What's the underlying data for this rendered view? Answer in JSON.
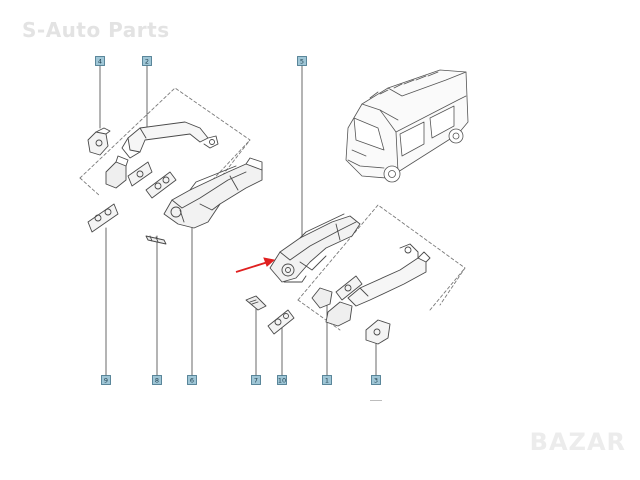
{
  "watermark": "S-Auto Parts",
  "brand": "BAZAR",
  "callouts": [
    {
      "id": "c4",
      "label": "4"
    },
    {
      "id": "c2",
      "label": "2"
    },
    {
      "id": "c5",
      "label": "5"
    },
    {
      "id": "c9",
      "label": "9"
    },
    {
      "id": "c8",
      "label": "8"
    },
    {
      "id": "c6",
      "label": "6"
    },
    {
      "id": "c7",
      "label": "7"
    },
    {
      "id": "c10",
      "label": "10"
    },
    {
      "id": "c1",
      "label": "1"
    },
    {
      "id": "c3",
      "label": "3"
    }
  ],
  "colors": {
    "line": "#4a4a4a",
    "callout_bg": "#9fc6d6",
    "callout_border": "#3d6f86",
    "arrow": "#e02020",
    "watermark": "#e3e3e3"
  }
}
